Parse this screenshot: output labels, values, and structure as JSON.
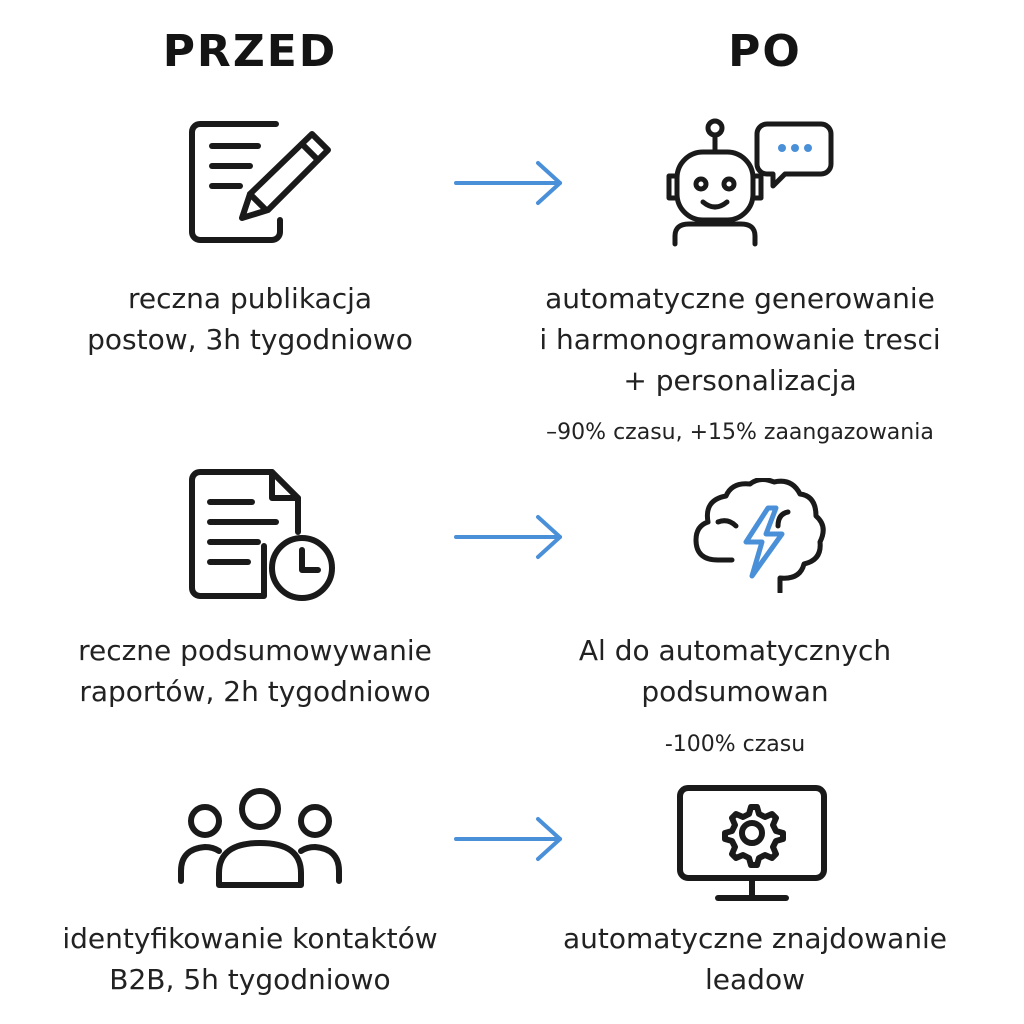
{
  "headings": {
    "before": "PRZED",
    "after": "PO"
  },
  "colors": {
    "arrow": "#4a90d9",
    "accent": "#4a90d9",
    "ink": "#1a1a1a"
  },
  "rows": [
    {
      "before_icon": "document-pencil-icon",
      "before_lines": [
        "reczna publikacja",
        "postow, 3h tygodniowo"
      ],
      "after_icon": "robot-chat-icon",
      "after_lines": [
        "automatyczne generowanie",
        "i harmonogramowanie tresci",
        "+ personalizacja"
      ],
      "metric": "–90% czasu, +15% zaangazowania"
    },
    {
      "before_icon": "document-clock-icon",
      "before_lines": [
        "reczne podsumowywanie",
        "raportów, 2h tygodniowo"
      ],
      "after_icon": "brain-lightning-icon",
      "after_lines": [
        "Al do automatycznych",
        "podsumowan"
      ],
      "metric": "-100% czasu"
    },
    {
      "before_icon": "people-group-icon",
      "before_lines": [
        "identyfikowanie kontaktów",
        "B2B, 5h tygodniowo"
      ],
      "after_icon": "monitor-gear-icon",
      "after_lines": [
        "automatyczne znajdowanie",
        "leadow"
      ],
      "metric": ""
    }
  ]
}
